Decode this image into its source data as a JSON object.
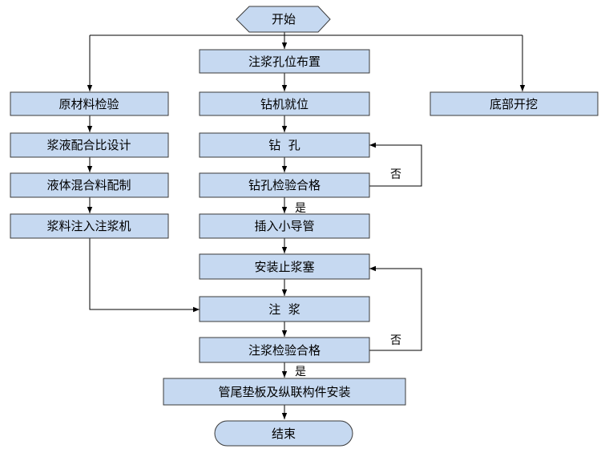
{
  "nodes": {
    "start": "开始",
    "layout": "注浆孔位布置",
    "material_check": "原材料检验",
    "grout_mix_design": "浆液配合比设计",
    "liquid_mixing": "液体混合料配制",
    "grout_into_pump": "浆料注入注浆机",
    "drill_position": "钻机就位",
    "drilling": "钻  孔",
    "drill_check": "钻孔检验合格",
    "insert_pipe": "插入小导管",
    "install_stopper": "安装止浆塞",
    "grouting": "注  浆",
    "grout_check": "注浆检验合格",
    "plate_install": "管尾垫板及纵联构件安装",
    "end": "结束",
    "bottom_excavation": "底部开挖"
  },
  "edge_labels": {
    "drill_yes": "是",
    "drill_no": "否",
    "grout_yes": "是",
    "grout_no": "否"
  },
  "colors": {
    "box_fill": "#c6d9f1",
    "box_stroke": "#3a3a3a",
    "line": "#000000"
  }
}
